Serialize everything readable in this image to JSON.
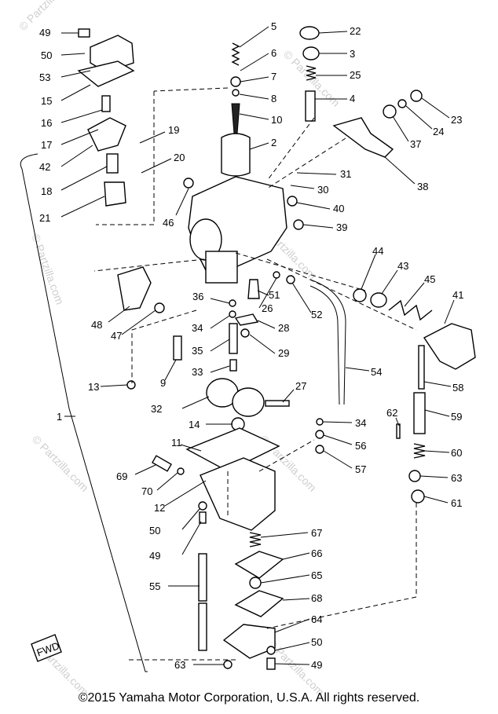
{
  "diagram": {
    "callouts": [
      "49",
      "50",
      "53",
      "15",
      "16",
      "17",
      "42",
      "18",
      "21",
      "5",
      "6",
      "7",
      "8",
      "10",
      "2",
      "19",
      "20",
      "46",
      "22",
      "3",
      "25",
      "4",
      "23",
      "24",
      "37",
      "38",
      "31",
      "30",
      "40",
      "39",
      "48",
      "47",
      "13",
      "9",
      "36",
      "34",
      "35",
      "33",
      "51",
      "26",
      "28",
      "29",
      "52",
      "44",
      "43",
      "45",
      "41",
      "54",
      "58",
      "32",
      "27",
      "14",
      "11",
      "69",
      "70",
      "12",
      "50",
      "49",
      "55",
      "34",
      "56",
      "57",
      "62",
      "59",
      "60",
      "63",
      "61",
      "67",
      "66",
      "65",
      "68",
      "64",
      "50",
      "49",
      "63",
      "1"
    ],
    "watermark": "© Partzilla.com",
    "logo_text": "FWD"
  },
  "footer": {
    "copyright": "©2015 Yamaha Motor Corporation, U.S.A. All rights reserved."
  },
  "colors": {
    "ink": "#000000",
    "background": "#ffffff",
    "watermark": "#cfcfcf"
  }
}
